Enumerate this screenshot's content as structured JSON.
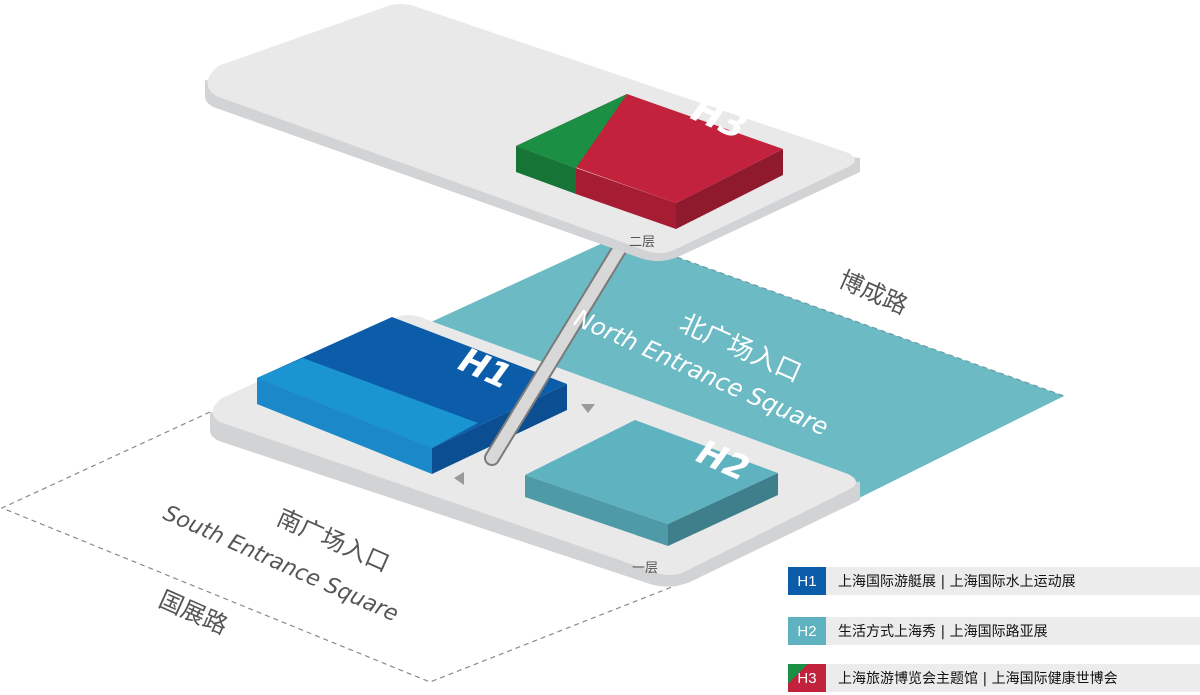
{
  "colors": {
    "plate_top": "#e9e9ea",
    "plate_side": "#d2d3d5",
    "north_square": "#6bbac4",
    "h1_dark": "#0b5ca9",
    "h1_light": "#1b94d2",
    "h2_top": "#5fb3c1",
    "h2_side": "#4a8c98",
    "h3_red": "#c2223b",
    "h3_green": "#1b8f43",
    "bridge": "#d8d8d8"
  },
  "floors": {
    "upper": "二层",
    "lower": "一层"
  },
  "roads": {
    "bocheng": "博成路",
    "guozhan": "国展路"
  },
  "squares": {
    "north_cn": "北广场入口",
    "north_en": "North Entrance Square",
    "south_cn": "南广场入口",
    "south_en": "South Entrance Square"
  },
  "halls": {
    "h1": "H1",
    "h2": "H2",
    "h3": "H3"
  },
  "legend": [
    {
      "code": "H1",
      "label": "上海国际游艇展 | 上海国际水上运动展",
      "color": "#0b5ca9"
    },
    {
      "code": "H2",
      "label": "生活方式上海秀 | 上海国际路亚展",
      "color": "#5fb3c1"
    },
    {
      "code": "H3",
      "label": "上海旅游博览会主题馆 | 上海国际健康世博会",
      "color": "#c2223b",
      "accent": "#1b8f43"
    }
  ]
}
